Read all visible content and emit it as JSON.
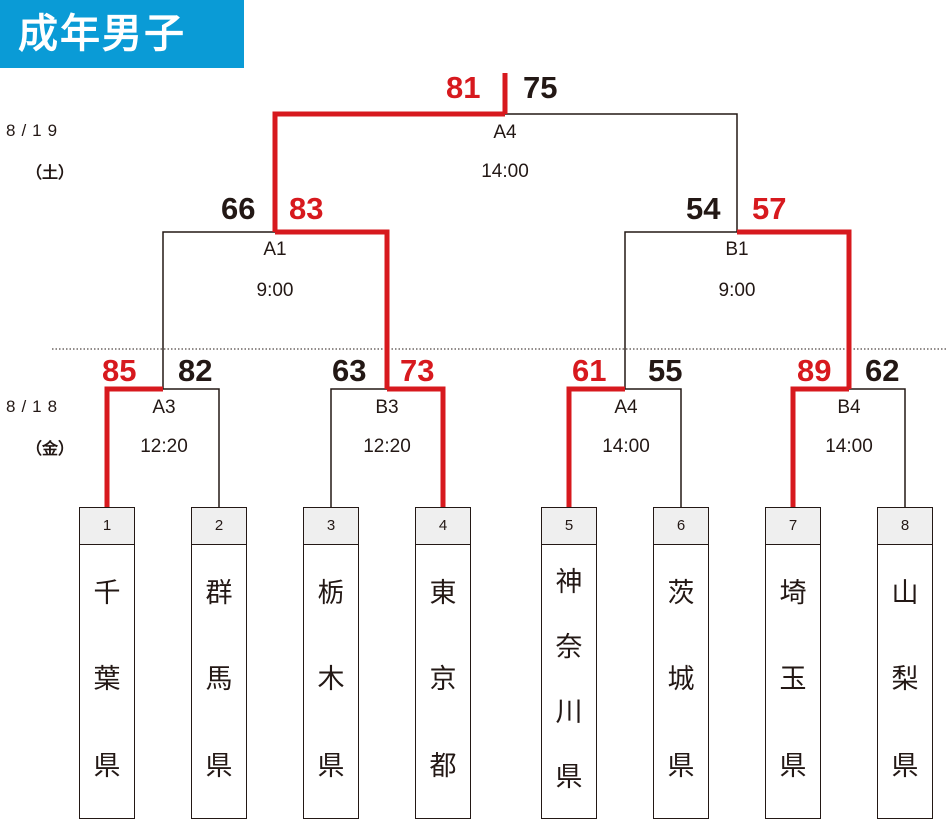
{
  "title": "成年男子",
  "dates": {
    "d19": {
      "date": "8/19",
      "day": "（土）"
    },
    "d18": {
      "date": "8/18",
      "day": "（金）"
    }
  },
  "colors": {
    "winner": "#d7191e",
    "line": "#231815",
    "title_bg": "#0a9bd6"
  },
  "teams": [
    {
      "seed": "1",
      "name": "千葉県"
    },
    {
      "seed": "2",
      "name": "群馬県"
    },
    {
      "seed": "3",
      "name": "栃木県"
    },
    {
      "seed": "4",
      "name": "東京都"
    },
    {
      "seed": "5",
      "name": "神奈川県"
    },
    {
      "seed": "6",
      "name": "茨城県"
    },
    {
      "seed": "7",
      "name": "埼玉県"
    },
    {
      "seed": "8",
      "name": "山梨県"
    }
  ],
  "matches": {
    "r1_a3": {
      "court": "A3",
      "time": "12:20",
      "left_score": "85",
      "right_score": "82",
      "winner": "left"
    },
    "r1_b3": {
      "court": "B3",
      "time": "12:20",
      "left_score": "63",
      "right_score": "73",
      "winner": "right"
    },
    "r1_a4": {
      "court": "A4",
      "time": "14:00",
      "left_score": "61",
      "right_score": "55",
      "winner": "left"
    },
    "r1_b4": {
      "court": "B4",
      "time": "14:00",
      "left_score": "89",
      "right_score": "62",
      "winner": "left"
    },
    "sf_a1": {
      "court": "A1",
      "time": "9:00",
      "left_score": "66",
      "right_score": "83",
      "winner": "right"
    },
    "sf_b1": {
      "court": "B1",
      "time": "9:00",
      "left_score": "54",
      "right_score": "57",
      "winner": "right"
    },
    "final_a4": {
      "court": "A4",
      "time": "14:00",
      "left_score": "81",
      "right_score": "75",
      "winner": "left"
    }
  }
}
